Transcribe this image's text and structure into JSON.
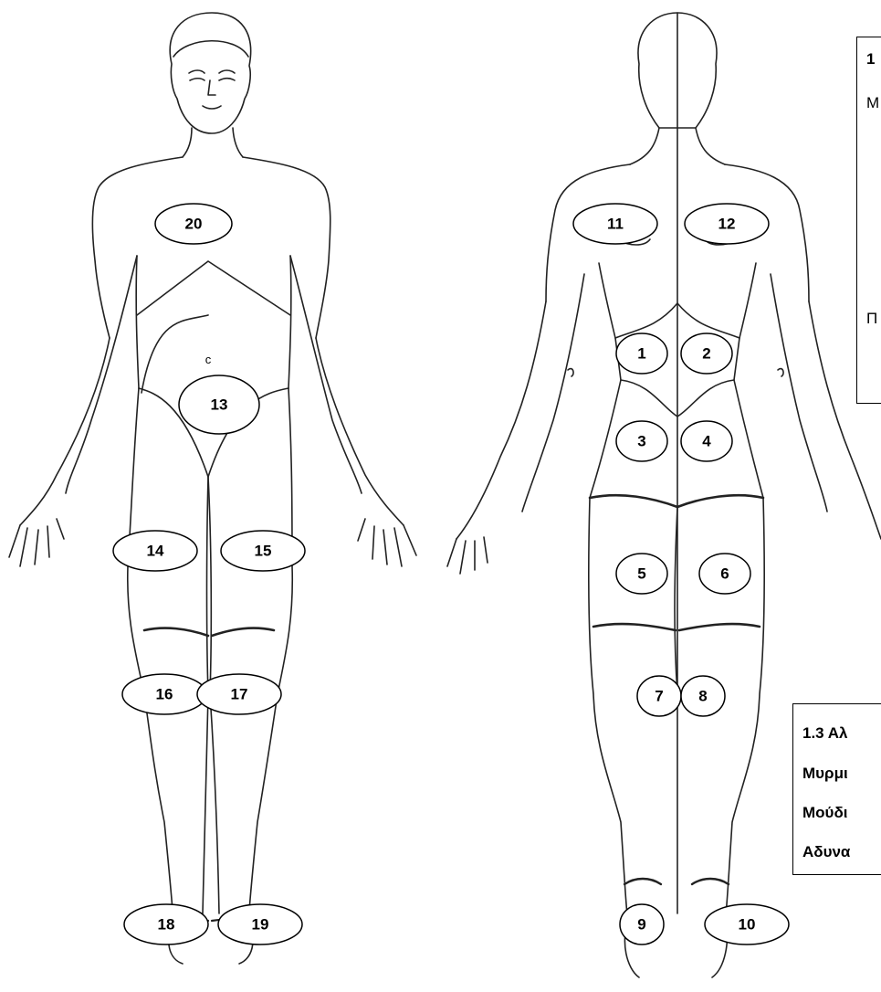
{
  "regions": [
    {
      "id": "20",
      "label": "20"
    },
    {
      "id": "11",
      "label": "11"
    },
    {
      "id": "12",
      "label": "12"
    },
    {
      "id": "1",
      "label": "1"
    },
    {
      "id": "2",
      "label": "2"
    },
    {
      "id": "13",
      "label": "13"
    },
    {
      "id": "3",
      "label": "3"
    },
    {
      "id": "4",
      "label": "4"
    },
    {
      "id": "14",
      "label": "14"
    },
    {
      "id": "15",
      "label": "15"
    },
    {
      "id": "5",
      "label": "5"
    },
    {
      "id": "6",
      "label": "6"
    },
    {
      "id": "7",
      "label": "7"
    },
    {
      "id": "8",
      "label": "8"
    },
    {
      "id": "16",
      "label": "16"
    },
    {
      "id": "17",
      "label": "17"
    },
    {
      "id": "18",
      "label": "18"
    },
    {
      "id": "19",
      "label": "19"
    },
    {
      "id": "9",
      "label": "9"
    },
    {
      "id": "10",
      "label": "10"
    }
  ],
  "front_mark": "c",
  "panel_top": {
    "line1": "1",
    "line2": "Μ",
    "line3": "Π"
  },
  "panel_bottom": {
    "line1": "1.3 Αλ",
    "line2": "Μυρμι",
    "line3": "Μούδι",
    "line4": "Αδυνα"
  }
}
